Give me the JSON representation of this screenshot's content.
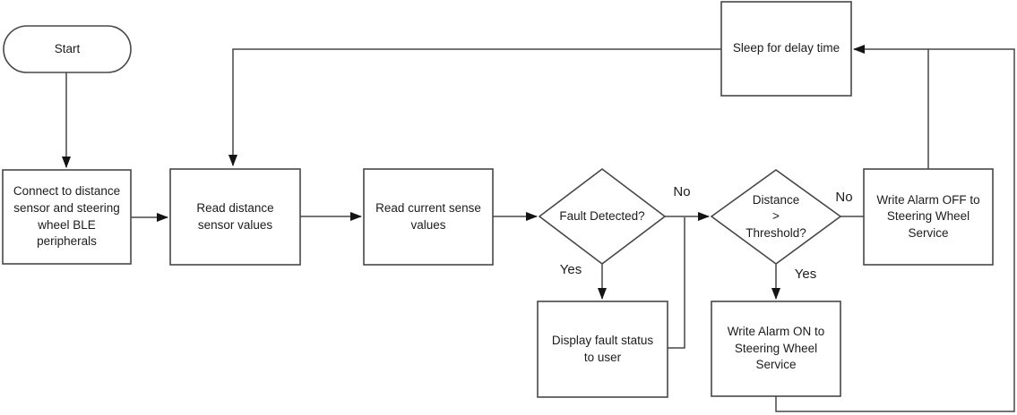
{
  "diagram": {
    "type": "flowchart",
    "background": "#ffffff",
    "colors": {
      "shape_stroke": "#474747",
      "shape_fill": "#ffffff",
      "arrow_fill": "#141414",
      "text": "#1c1c1c"
    },
    "nodes": {
      "start": {
        "shape": "terminator",
        "label": "Start"
      },
      "connect": {
        "shape": "process",
        "label": "Connect to distance\nsensor and steering\nwheel BLE\nperipherals"
      },
      "read_distance": {
        "shape": "process",
        "label": "Read distance\nsensor values"
      },
      "read_current": {
        "shape": "process",
        "label": "Read current sense\nvalues"
      },
      "fault_detected": {
        "shape": "decision",
        "label": "Fault Detected?"
      },
      "display_fault": {
        "shape": "process",
        "label": "Display fault status\nto user"
      },
      "distance_threshold": {
        "shape": "decision",
        "label": "Distance\n>\nThreshold?"
      },
      "alarm_on": {
        "shape": "process",
        "label": "Write Alarm ON to\nSteering Wheel\nService"
      },
      "alarm_off": {
        "shape": "process",
        "label": "Write Alarm OFF to\nSteering Wheel\nService"
      },
      "sleep": {
        "shape": "process",
        "label": "Sleep for delay time"
      }
    },
    "edge_labels": {
      "fault_no": "No",
      "fault_yes": "Yes",
      "threshold_no": "No",
      "threshold_yes": "Yes"
    }
  }
}
